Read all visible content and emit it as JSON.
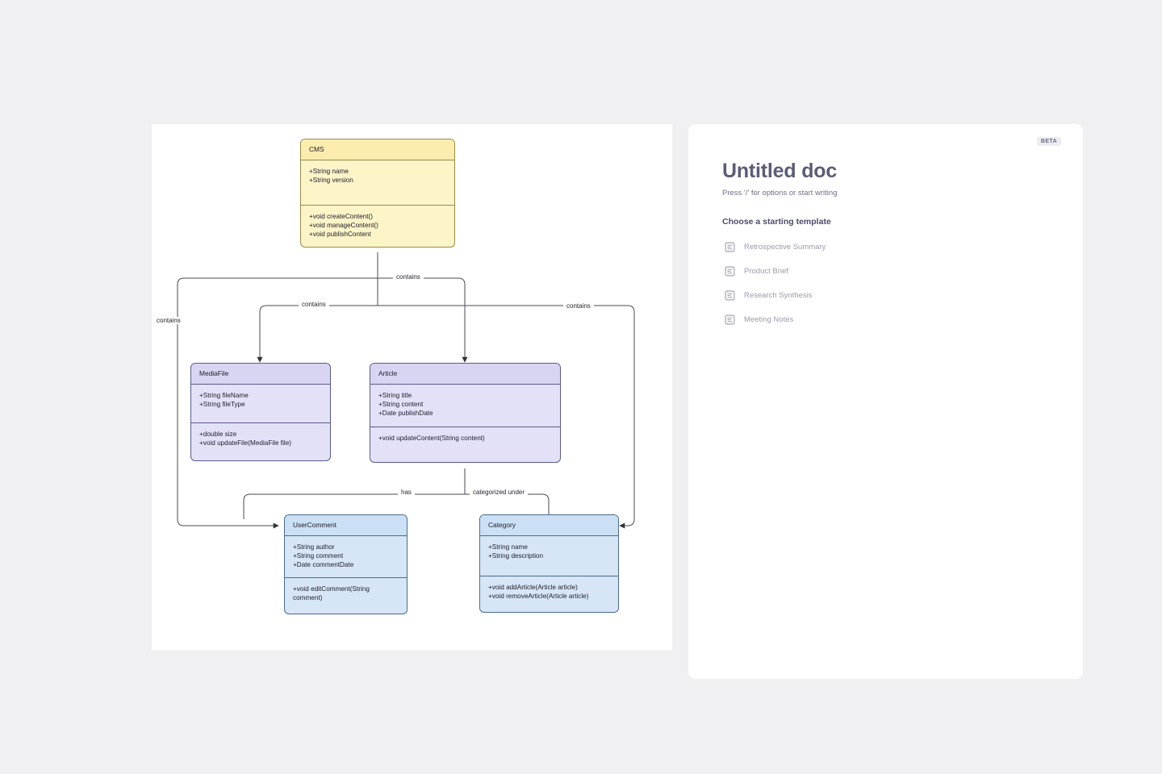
{
  "diagram": {
    "classes": [
      {
        "id": "cms",
        "name": "CMS",
        "theme": "yellow",
        "attributes": "+String name\n+String version",
        "methods": "+void createContent()\n+void manageContent()\n+void publishContent"
      },
      {
        "id": "mediafile",
        "name": "MediaFile",
        "theme": "purple",
        "attributes": "+String fileName\n+String fileType",
        "methods": "+double size\n+void updateFile(MediaFile file)"
      },
      {
        "id": "article",
        "name": "Article",
        "theme": "purple",
        "attributes": "+String title\n+String content\n+Date publishDate",
        "methods": "+void updateContent(String content)"
      },
      {
        "id": "usercomment",
        "name": "UserComment",
        "theme": "blue",
        "attributes": "+String author\n+String comment\n+Date commentDate",
        "methods": "+void editComment(String comment)"
      },
      {
        "id": "category",
        "name": "Category",
        "theme": "blue",
        "attributes": "+String name\n+String description",
        "methods": "+void addArticle(Article article)\n+void removeArticle(Article article)"
      }
    ],
    "edges": [
      {
        "id": "cms-usercomment",
        "label": "contains",
        "from": "CMS",
        "to": "UserComment"
      },
      {
        "id": "cms-mediafile",
        "label": "contains",
        "from": "CMS",
        "to": "MediaFile"
      },
      {
        "id": "cms-article",
        "label": "contains",
        "from": "CMS",
        "to": "Article"
      },
      {
        "id": "cms-category",
        "label": "contains",
        "from": "CMS",
        "to": "Category"
      },
      {
        "id": "article-usercomment",
        "label": "has",
        "from": "Article",
        "to": "UserComment"
      },
      {
        "id": "article-category",
        "label": "categorized under",
        "from": "Article",
        "to": "Category"
      }
    ],
    "colors": {
      "canvas": "#ffffff",
      "yellow_fill": "#fdf4c8",
      "purple_fill": "#e3e1f8",
      "blue_fill": "#d6e6f7",
      "edge_stroke": "#4a4a52"
    }
  },
  "doc_panel": {
    "badge": "BETA",
    "title": "Untitled doc",
    "hint": "Press '/' for options or start writing",
    "template_heading": "Choose a starting template",
    "templates": [
      {
        "label": "Retrospective Summary",
        "icon": "document-lines-icon"
      },
      {
        "label": "Product Brief",
        "icon": "document-lines-icon"
      },
      {
        "label": "Research Synthesis",
        "icon": "document-lines-icon"
      },
      {
        "label": "Meeting Notes",
        "icon": "document-lines-icon"
      }
    ]
  }
}
